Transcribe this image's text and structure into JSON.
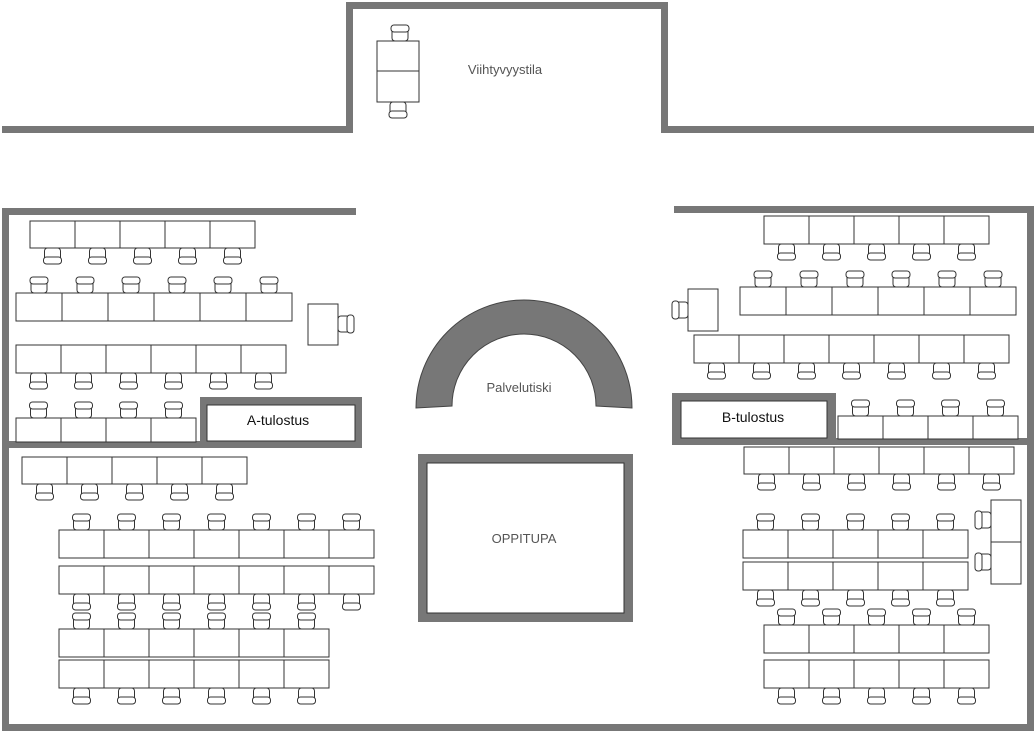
{
  "labels": {
    "lounge": "Viihtyvyystila",
    "service_desk": "Palvelutiski",
    "print_a": "A-tulostus",
    "print_b": "B-tulostus",
    "learning_room": "OPPITUPA"
  },
  "colors": {
    "wall": "#777777",
    "desk_stroke": "#333333",
    "label_text": "#555555"
  }
}
